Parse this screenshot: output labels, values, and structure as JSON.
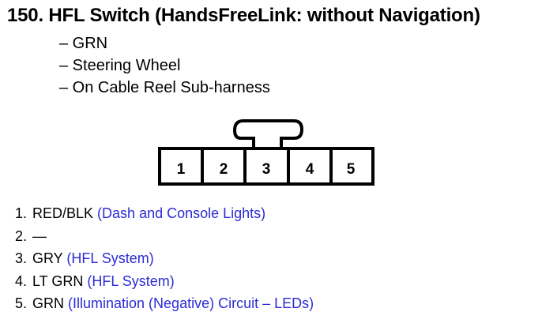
{
  "title": "150.  HFL Switch (HandsFreeLink: without Navigation)",
  "details": [
    "– GRN",
    "– Steering Wheel",
    "– On Cable Reel Sub-harness"
  ],
  "connector": {
    "pin_labels": [
      "1",
      "2",
      "3",
      "4",
      "5"
    ]
  },
  "pins": [
    {
      "num": "1.",
      "wire": "RED/BLK",
      "desc": "(Dash and Console Lights)"
    },
    {
      "num": "2.",
      "wire": "—",
      "desc": ""
    },
    {
      "num": "3.",
      "wire": "GRY",
      "desc": "(HFL System)"
    },
    {
      "num": "4.",
      "wire": "LT GRN",
      "desc": "(HFL System)"
    },
    {
      "num": "5.",
      "wire": "GRN",
      "desc": "(Illumination (Negative) Circuit – LEDs)"
    }
  ],
  "colors": {
    "description_text": "#2b2bd6"
  }
}
